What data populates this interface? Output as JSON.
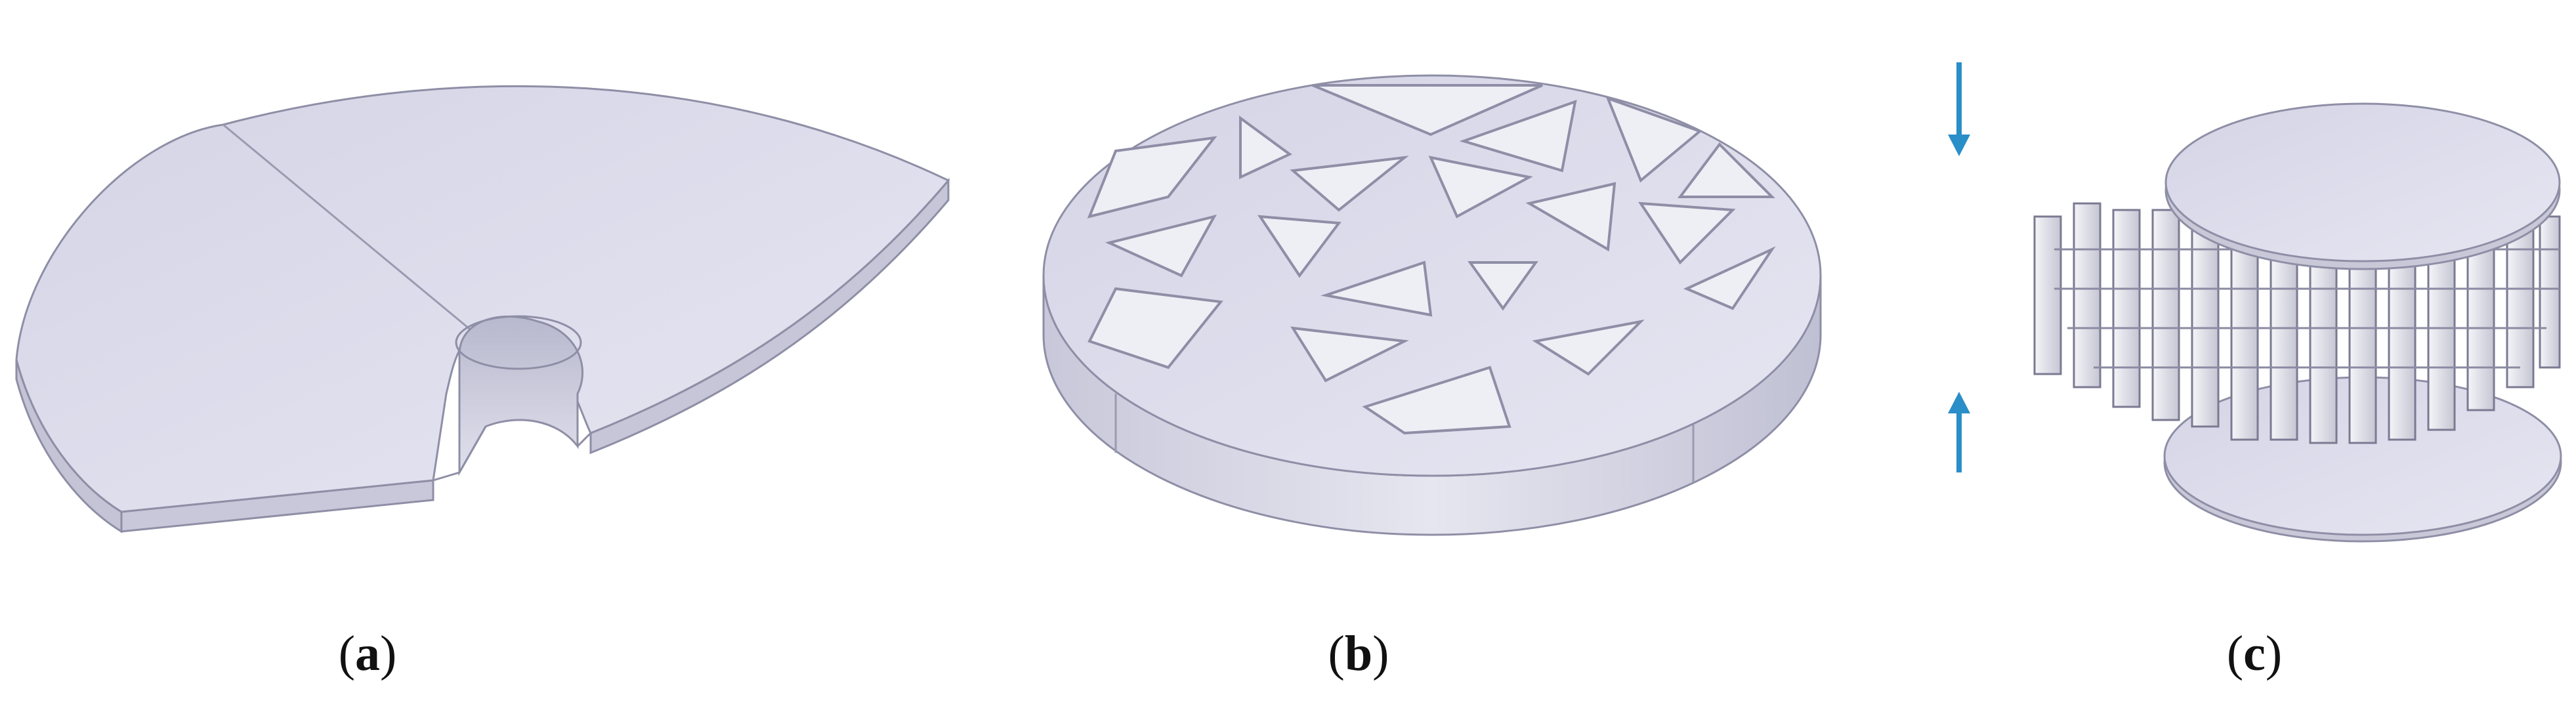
{
  "panels": [
    {
      "id": "a",
      "open": "(",
      "letter": "a",
      "close": ")"
    },
    {
      "id": "b",
      "open": "(",
      "letter": "b",
      "close": ")"
    },
    {
      "id": "c",
      "open": "(",
      "letter": "c",
      "close": ")"
    }
  ],
  "colors": {
    "solid_top": "#dcdcec",
    "solid_side": "#c6c6d8",
    "solid_dark": "#aeaec4",
    "edge": "#8e8ea6",
    "cell_wall": "#e8e8f0",
    "arrow": "#2a8ec8",
    "label": "#111111"
  },
  "icons": {
    "load_arrow_top": "arrow-down-icon",
    "load_arrow_bottom": "arrow-up-icon"
  }
}
